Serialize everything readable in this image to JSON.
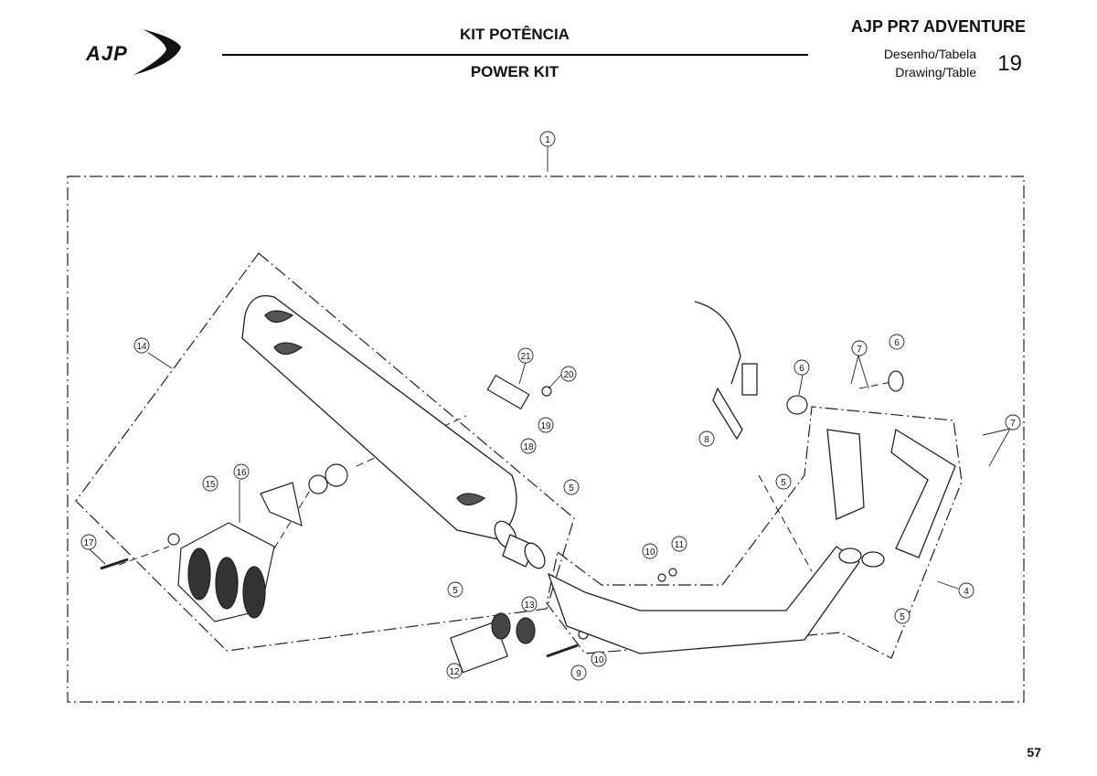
{
  "header": {
    "logo_text": "AJP",
    "title_pt": "KIT POTÊNCIA",
    "title_en": "POWER KIT",
    "model": "AJP PR7 ADVENTURE",
    "drawing_label_pt": "Desenho/Tabela",
    "drawing_label_en": "Drawing/Table",
    "drawing_number": "19"
  },
  "callouts": [
    "1",
    "14",
    "21",
    "20",
    "19",
    "18",
    "15",
    "16",
    "17",
    "5",
    "5",
    "12",
    "13",
    "9",
    "10",
    "10",
    "11",
    "8",
    "6",
    "7",
    "6",
    "7",
    "5",
    "4",
    "5"
  ],
  "footer": {
    "page_number": "57"
  }
}
